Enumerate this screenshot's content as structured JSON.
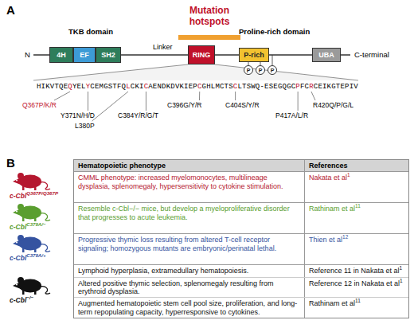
{
  "diagram": {
    "nodes": [
      {
        "text": [
          "4H"
        ]
      },
      {
        "text": [
          "EF"
        ]
      },
      {
        "text": [
          "SH2"
        ]
      },
      {
        "text": [
          "RING"
        ]
      },
      {
        "text": [
          "P-rich"
        ]
      },
      {
        "text": [
          "UBA"
        ]
      },
      {
        "text": [
          "P"
        ]
      },
      {
        "text": [
          "P"
        ]
      },
      {
        "text": [
          "P"
        ]
      }
    ],
    "labels": [
      "A",
      "TKB domain",
      "Mutation hotspots",
      "Proline-rich domain",
      "N",
      "Linker",
      "C-terminal",
      "HIKVTQEQYELYCEMGSTFQLCKICAENDKDVKIEPCGHLMCTSCLTSWQ-ESEGQGCPFCRCEIKGTEPIV",
      "Q367P/K/R",
      "Y371N/H/D",
      "L380P",
      "C384Y/R/G/T",
      "C396G/Y/R",
      "C404S/Y/R",
      "P417A/L/R",
      "R420Q/P/G/L",
      "B",
      "Hematopoietic phenotype",
      "References",
      "c-Cbl",
      "Q367P/Q367P",
      "CMML phenotype: increased myelomonocytes, multilineage dysplasia, splenomegaly, hypersensitivity to cytokine stimulation.",
      "Nakata et al",
      "1",
      "c-Cbl",
      "C379A/−",
      "Resemble c-Cbl−/− mice, but develop a myeloproliferative disorder that progresses to acute leukemia.",
      "Rathinam et al",
      "11",
      "c-Cbl",
      "C379A/+",
      "Progressive thymic loss resulting from altered T-cell receptor signaling; homozygous mutants are embryonic/perinatal lethal.",
      "Thien et al",
      "12",
      "c-Cbl",
      "−/−",
      "Lymphoid hyperplasia, extramedullary hematopoiesis.",
      "Reference 11 in Nakata et al",
      "1",
      "Altered positive thymic selection, splenomegaly resulting from erythroid dysplasia.",
      "Reference 12 in Nakata et al",
      "1",
      "Augmented hematopoietic stem cell pool size, proliferation, and long-term repopulating capacity, hyperresponsive to cytokines.",
      "Rathinam et al",
      "11"
    ]
  }
}
